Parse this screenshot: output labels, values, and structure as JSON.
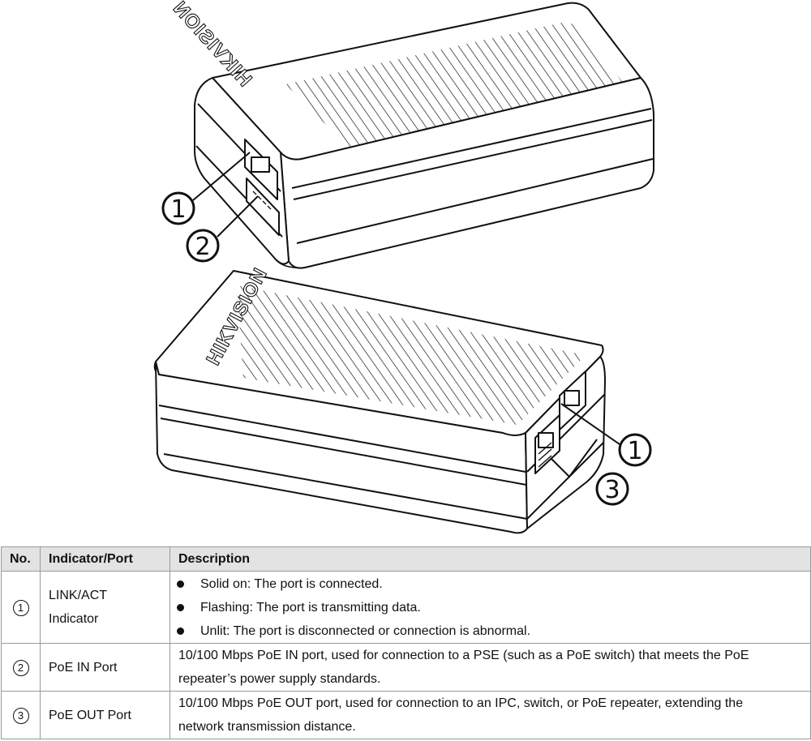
{
  "figure": {
    "brand_top": "HIKVISION",
    "brand_bottom": "HIKVISION",
    "callouts": [
      "1",
      "2",
      "1",
      "3"
    ]
  },
  "table": {
    "headers": [
      "No.",
      "Indicator/Port",
      "Description"
    ],
    "rows": [
      {
        "no": "1",
        "name_line1": "LINK/ACT",
        "name_line2": "Indicator",
        "bullets": [
          "Solid on: The port is connected.",
          "Flashing: The port is transmitting data.",
          "Unlit: The port is disconnected or connection is abnormal."
        ]
      },
      {
        "no": "2",
        "name": "PoE IN Port",
        "desc_line1": "10/100 Mbps PoE IN port, used for connection to a PSE (such as a PoE switch) that meets the PoE",
        "desc_line2": "repeater’s power supply standards."
      },
      {
        "no": "3",
        "name": "PoE OUT Port",
        "desc_line1": "10/100 Mbps PoE OUT port, used for connection to an IPC, switch, or PoE repeater, extending the",
        "desc_line2": "network transmission distance."
      }
    ]
  }
}
